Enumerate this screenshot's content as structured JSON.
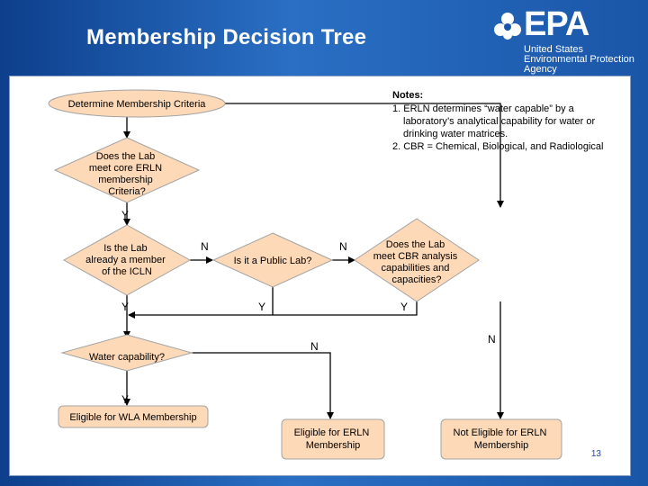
{
  "header": {
    "title": "Membership Decision Tree",
    "logo_text": "EPA",
    "agency_lines": [
      "United States",
      "Environmental Protection",
      "Agency"
    ]
  },
  "notes": {
    "heading": "Notes:",
    "lines": [
      "1. ERLN determines “water capable”  by a",
      "laboratory’s analytical capability for water or",
      "drinking water matrices.",
      "2. CBR = Chemical, Biological, and Radiological"
    ]
  },
  "nodes": {
    "determine": [
      "Determine Membership Criteria"
    ],
    "core_criteria": [
      "Does the Lab",
      "meet core ERLN",
      "membership",
      "Criteria?"
    ],
    "icln_member": [
      "Is the Lab",
      "already a member",
      "of the ICLN"
    ],
    "public_lab": [
      "Is it a Public Lab?"
    ],
    "cbr_capable": [
      "Does the Lab",
      "meet CBR analysis",
      "capabilities and",
      "capacities?"
    ],
    "water_capability": [
      "Water capability?"
    ],
    "eligible_wla": [
      "Eligible for WLA Membership"
    ],
    "eligible_erln": [
      "Eligible for ERLN",
      "Membership"
    ],
    "not_eligible_erln": [
      "Not Eligible for ERLN",
      "Membership"
    ]
  },
  "edge_labels": {
    "core_yes": "Y",
    "icln_no": "N",
    "public_no": "N",
    "icln_yes": "Y",
    "public_yes": "Y",
    "cbr_yes": "Y",
    "water_no": "N",
    "cbr_no": "N",
    "water_yes": "Y"
  },
  "colors": {
    "node_fill": "#fdd9b8",
    "background": "#1a56a8"
  },
  "page_number": "13"
}
